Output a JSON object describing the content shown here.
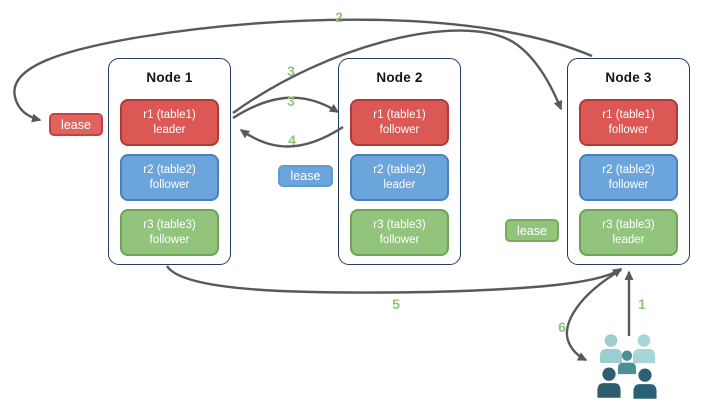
{
  "nodes": [
    {
      "title": "Node 1",
      "replicas": [
        {
          "range": "r1 (table1)",
          "role": "leader",
          "color": "red"
        },
        {
          "range": "r2 (table2)",
          "role": "follower",
          "color": "blue"
        },
        {
          "range": "r3 (table3)",
          "role": "follower",
          "color": "green"
        }
      ]
    },
    {
      "title": "Node 2",
      "replicas": [
        {
          "range": "r1 (table1)",
          "role": "follower",
          "color": "red"
        },
        {
          "range": "r2 (table2)",
          "role": "leader",
          "color": "blue"
        },
        {
          "range": "r3 (table3)",
          "role": "follower",
          "color": "green"
        }
      ]
    },
    {
      "title": "Node 3",
      "replicas": [
        {
          "range": "r1 (table1)",
          "role": "follower",
          "color": "red"
        },
        {
          "range": "r2 (table2)",
          "role": "follower",
          "color": "blue"
        },
        {
          "range": "r3 (table3)",
          "role": "leader",
          "color": "green"
        }
      ]
    }
  ],
  "leases": {
    "red": "lease",
    "blue": "lease",
    "green": "lease"
  },
  "steps": {
    "s1": "1",
    "s2": "2",
    "s3a": "3",
    "s3b": "3",
    "s4": "4",
    "s5": "5",
    "s6": "6"
  },
  "icons": {
    "users": "users-group-icon"
  },
  "colors": {
    "red_fill": "#DB5855",
    "red_stroke": "#AE3A35",
    "blue_fill": "#6CA5DC",
    "blue_stroke": "#4A80BE",
    "green_fill": "#93C47D",
    "green_stroke": "#6FA355",
    "node_border": "#24395E",
    "arrow": "#595959",
    "step_label": "#93C47D",
    "users_light": "#9BCED1",
    "users_lighter": "#A8D5D8",
    "users_mid": "#4E8F96",
    "users_dark1": "#2E5E6D",
    "users_dark2": "#2B6175"
  }
}
